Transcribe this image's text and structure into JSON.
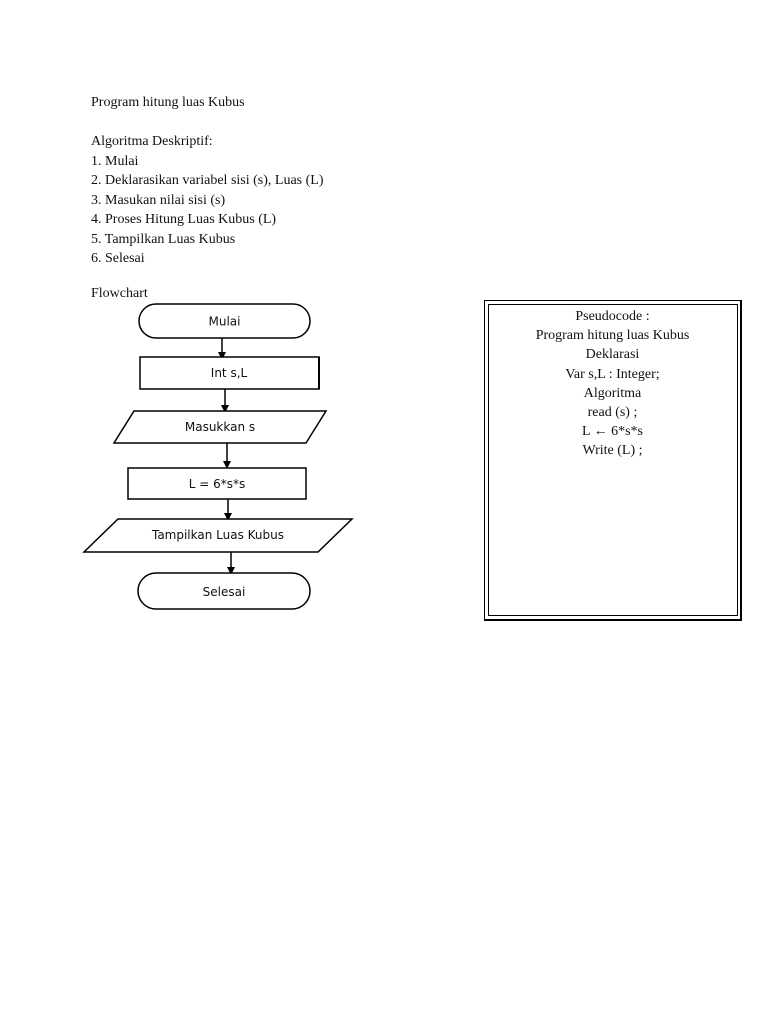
{
  "title": "Program hitung luas Kubus",
  "algorithm": {
    "heading": "Algoritma Deskriptif:",
    "steps": [
      "1. Mulai",
      "2. Deklarasikan variabel sisi (s), Luas (L)",
      "3. Masukan nilai sisi (s)",
      "4. Proses Hitung Luas Kubus (L)",
      "5. Tampilkan Luas Kubus",
      "6. Selesai"
    ]
  },
  "flowchart": {
    "label": "Flowchart",
    "nodes": [
      {
        "shape": "terminator",
        "text": "Mulai"
      },
      {
        "shape": "process",
        "text": "Int s,L"
      },
      {
        "shape": "input-output",
        "text": "Masukkan s"
      },
      {
        "shape": "process",
        "text": "L = 6*s*s"
      },
      {
        "shape": "input-output",
        "text": "Tampilkan Luas Kubus"
      },
      {
        "shape": "terminator",
        "text": "Selesai"
      }
    ]
  },
  "pseudocode": {
    "lines": [
      "Pseudocode :",
      "Program hitung luas Kubus",
      "Deklarasi",
      "Var s,L :  Integer;",
      "Algoritma",
      "read (s) ;",
      "L ← 6*s*s",
      "Write (L) ;"
    ]
  }
}
